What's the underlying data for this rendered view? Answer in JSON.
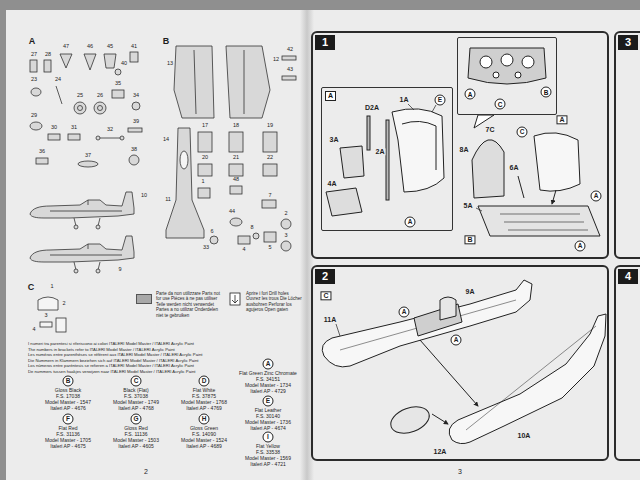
{
  "diagram": {
    "nodes": [
      {
        "text": [
          "1"
        ]
      },
      {
        "text": [
          "A"
        ],
        "in": 0
      },
      {
        "text": [
          "A",
          "C",
          "B"
        ],
        "in": 0
      },
      {
        "text": [
          "3"
        ]
      },
      {
        "text": [
          "2"
        ]
      },
      {
        "text": [
          "4"
        ]
      }
    ],
    "labels": [
      "A",
      "B",
      "C",
      "27",
      "28",
      "47",
      "46",
      "45",
      "41",
      "40",
      "23",
      "24",
      "25",
      "26",
      "35",
      "34",
      "29",
      "30",
      "31",
      "32",
      "39",
      "36",
      "37",
      "38",
      "10",
      "9",
      "13",
      "12",
      "42",
      "43",
      "14",
      "17",
      "18",
      "19",
      "20",
      "21",
      "22",
      "11",
      "1",
      "48",
      "7",
      "44",
      "8",
      "6",
      "2",
      "3",
      "33",
      "4",
      "5",
      "1",
      "2",
      "3",
      "4",
      "I numeri tra parentesi si riferiscono ai colori ITALERI Model Master / ITALERI Acrylic Paint",
      "The numbers in brackets refer to ITALERI Model Master / ITALERI Acrylic Paint",
      "Les numéros entre parenthèses se réfèrent aux ITALERI Model Master / ITALERI Acrylic Paint",
      "Die Nummern in Klammern beziehen sich auf ITALERI Model Master / ITALERI Acrylic Paint",
      "Los números entre paréntesis se refieren a ITALERI Model Master / ITALERI Acrylic Paint",
      "De nummers tussen haakjes verwijzen naar ITALERI Model Master / ITALERI Acrylic Paint",
      "B",
      "Gloss Black",
      "F.S. 17038",
      "Model Master - 1547",
      "Italeri AP - 4676",
      "C",
      "Black (Flat)",
      "F.S. 37038",
      "Model Master - 1749",
      "Italeri AP - 4768",
      "D",
      "Flat White",
      "F.S. 37875",
      "Model Master - 1768",
      "Italeri AP - 4769",
      "A",
      "Flat Green Zinc Chromate",
      "F.S. 34151",
      "Model Master - 1734",
      "Italeri AP - 4729",
      "F",
      "Flat Red",
      "F.S. 31136",
      "Model Master - 1705",
      "Italeri AP - 4675",
      "G",
      "Gloss Red",
      "F.S. 11136",
      "Model Master - 1503",
      "Italeri AP - 4605",
      "H",
      "Gloss Green",
      "F.S. 14090",
      "Model Master - 1524",
      "Italeri AP - 4689",
      "E",
      "Flat Leather",
      "F.S. 30140",
      "Model Master - 1736",
      "Italeri AP - 4674",
      "I",
      "Flat Yellow",
      "F.S. 33538",
      "Model Master - 1569",
      "Italeri AP - 4721",
      "2",
      "3",
      "D2A",
      "1A",
      "E",
      "3A",
      "2A",
      "4A",
      "A",
      "8A",
      "7C",
      "C",
      "6A",
      "A",
      "A",
      "5A",
      "B",
      "A",
      "C",
      "9A",
      "11A",
      "A",
      "A",
      "10A",
      "12A"
    ],
    "legend": [
      {
        "text": "Parte da non utilizzare Parts not for use Pièces à ne pas utiliser Teile werden nicht verwendet Partes a no utilizar Onderdelen niet te gebruiken",
        "color": "#a8a8a8"
      },
      {
        "text": "Aprire i fori Drill holes Ouvrez les trous Die Löcher ausbohren Perforar los agujeros Open gaten"
      }
    ]
  }
}
